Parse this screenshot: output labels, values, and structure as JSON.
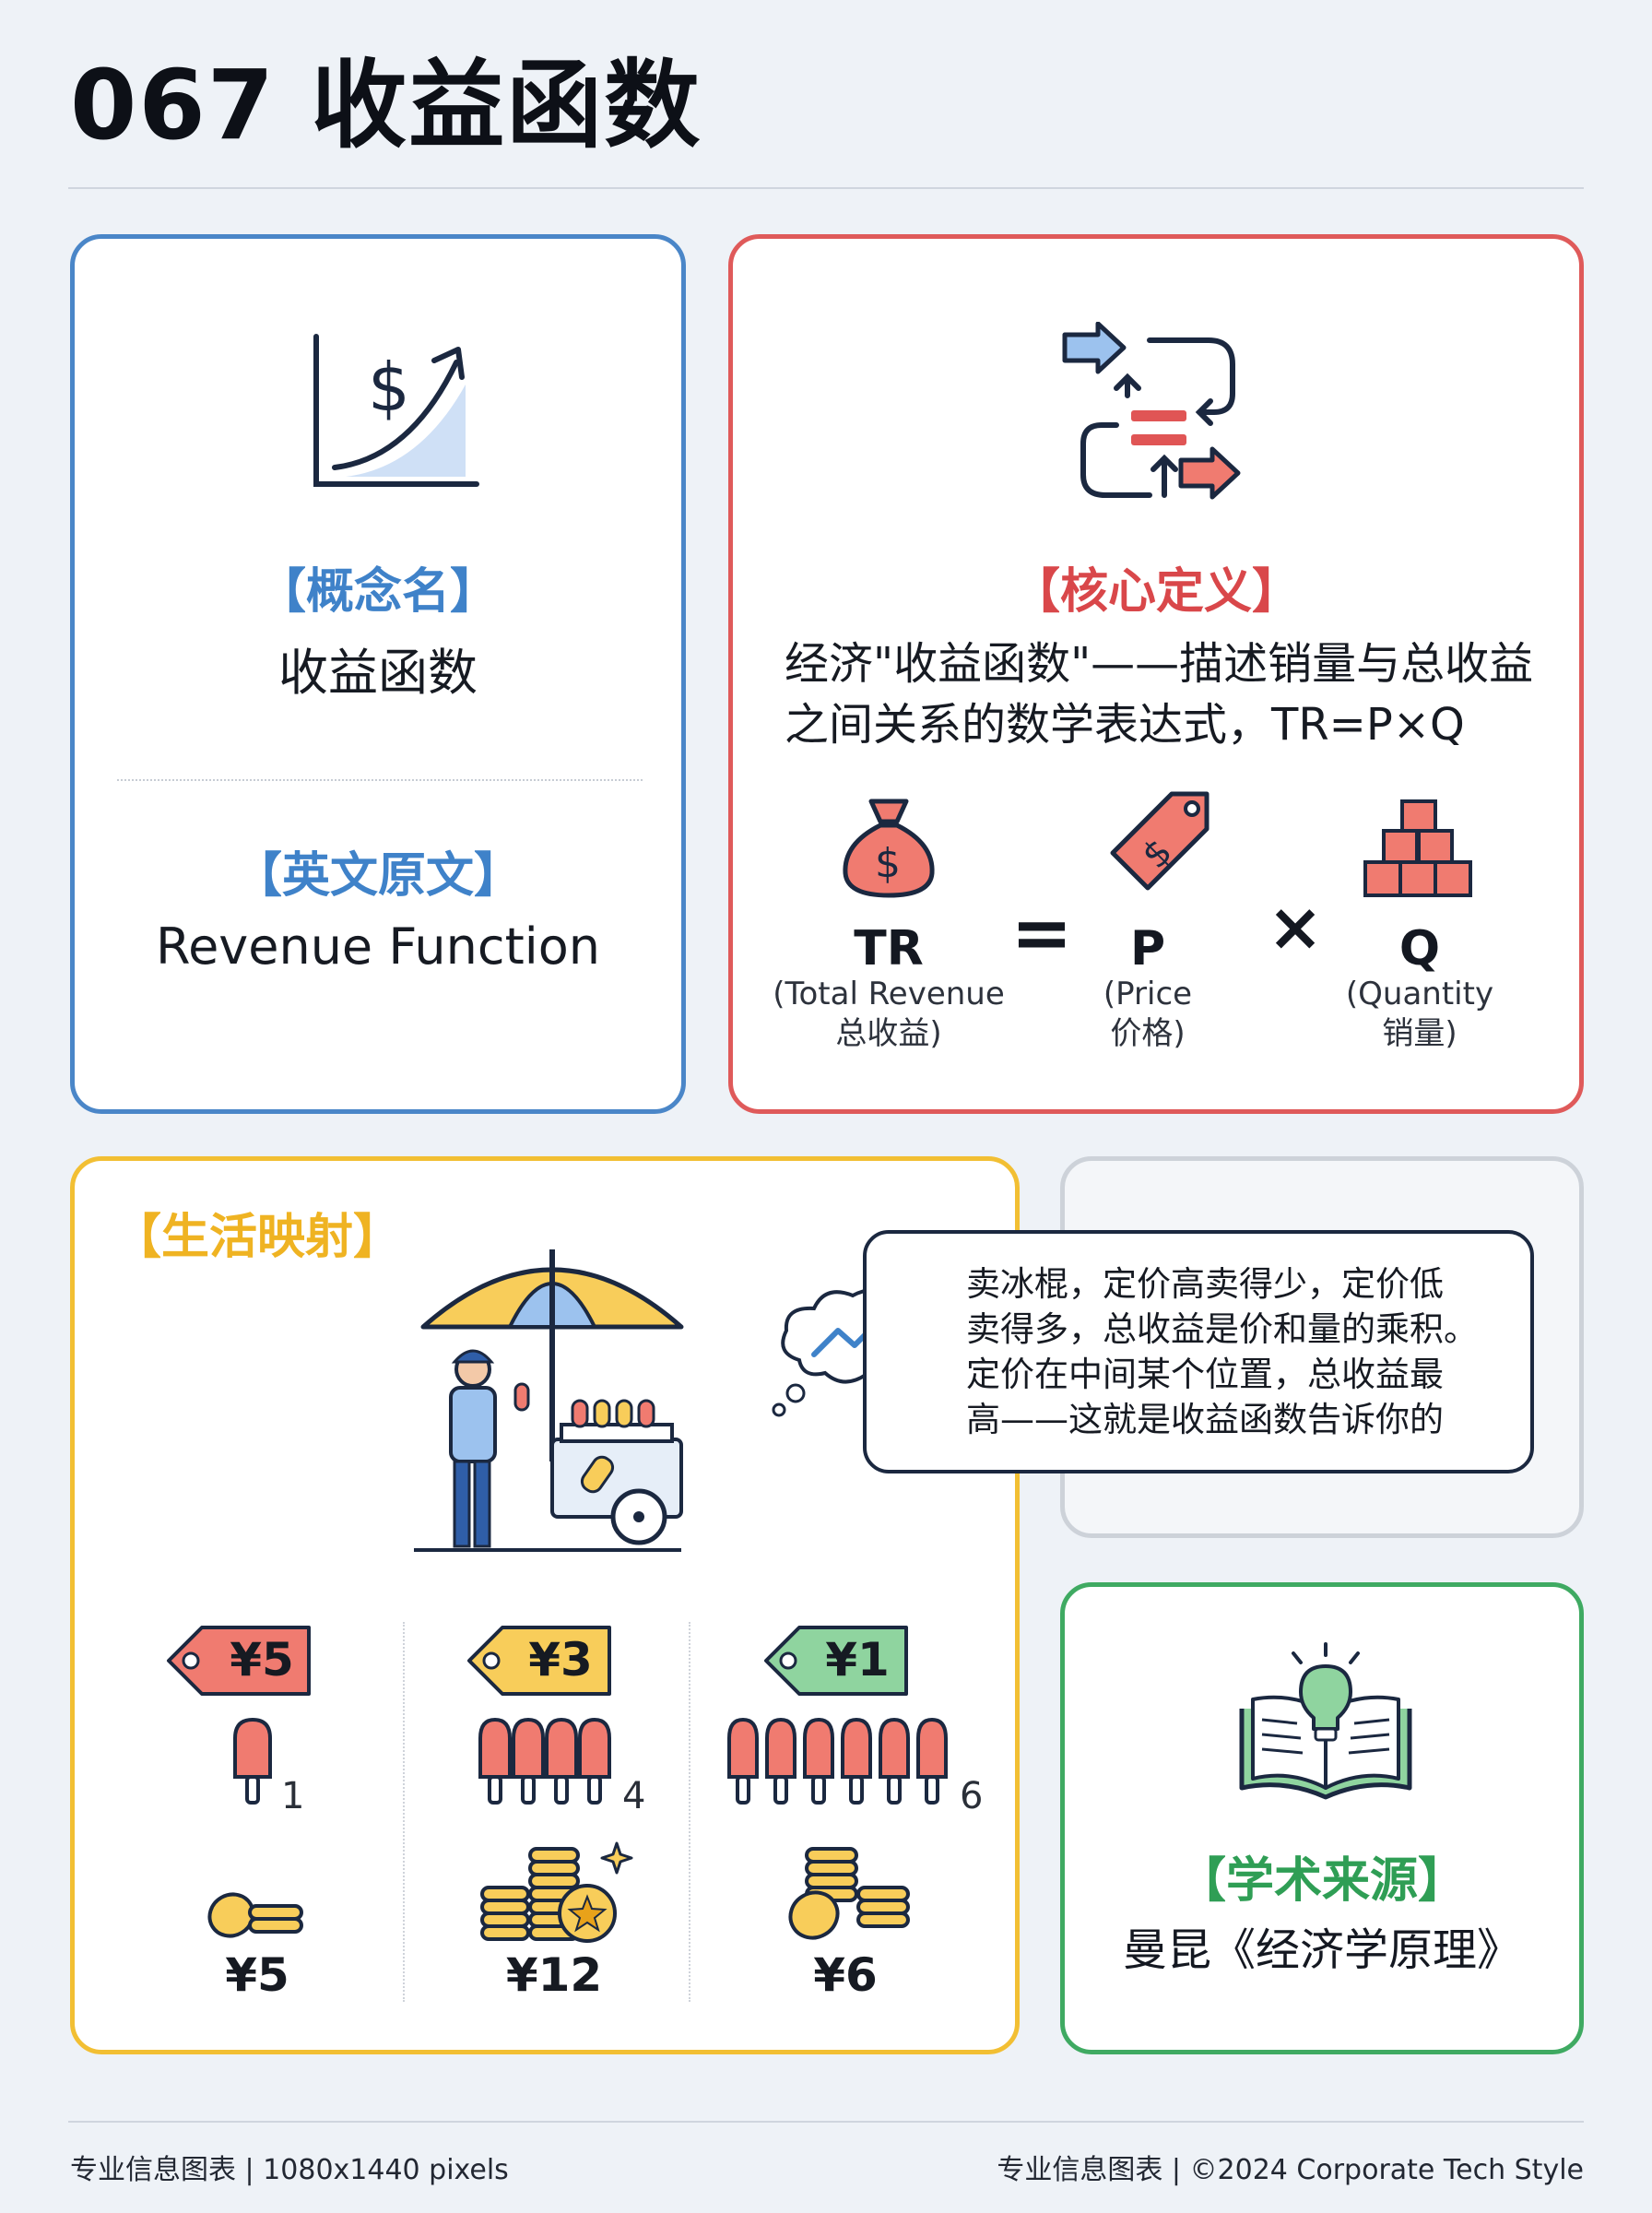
{
  "header": {
    "title": "067 收益函数"
  },
  "concept": {
    "label": "【概念名】",
    "value": "收益函数",
    "english_label": "【英文原文】",
    "english_value": "Revenue Function"
  },
  "definition": {
    "label": "【核心定义】",
    "line1": "经济\"收益函数\"——描述销量与总收益",
    "line2": "之间关系的数学表达式，TR=P×Q",
    "formula": {
      "tr": "TR",
      "tr_sub1": "(Total Revenue",
      "tr_sub2": "总收益)",
      "equals": "=",
      "p": "P",
      "p_sub1": "(Price",
      "p_sub2": "价格)",
      "times": "×",
      "q": "Q",
      "q_sub1": "(Quantity",
      "q_sub2": "销量)"
    }
  },
  "life": {
    "label": "【生活映射】",
    "bubble": [
      "卖冰棍，定价高卖得少，定价低",
      "卖得多，总收益是价和量的乘积。",
      "定价在中间某个位置，总收益最",
      "高——这就是收益函数告诉你的"
    ],
    "scenarios": [
      {
        "price": "¥5",
        "count": "1",
        "revenue": "¥5"
      },
      {
        "price": "¥3",
        "count": "4",
        "revenue": "¥12"
      },
      {
        "price": "¥1",
        "count": "6",
        "revenue": "¥6"
      }
    ]
  },
  "source": {
    "label": "【学术来源】",
    "value": "曼昆《经济学原理》"
  },
  "footer": {
    "left": "专业信息图表 | 1080x1440 pixels",
    "right": "专业信息图表 | ©2024 Corporate Tech Style"
  },
  "colors": {
    "blue": "#4a86c8",
    "red": "#df5a5a",
    "yellow": "#f2bf33",
    "green": "#3faa62",
    "gray": "#cdd2d9"
  }
}
